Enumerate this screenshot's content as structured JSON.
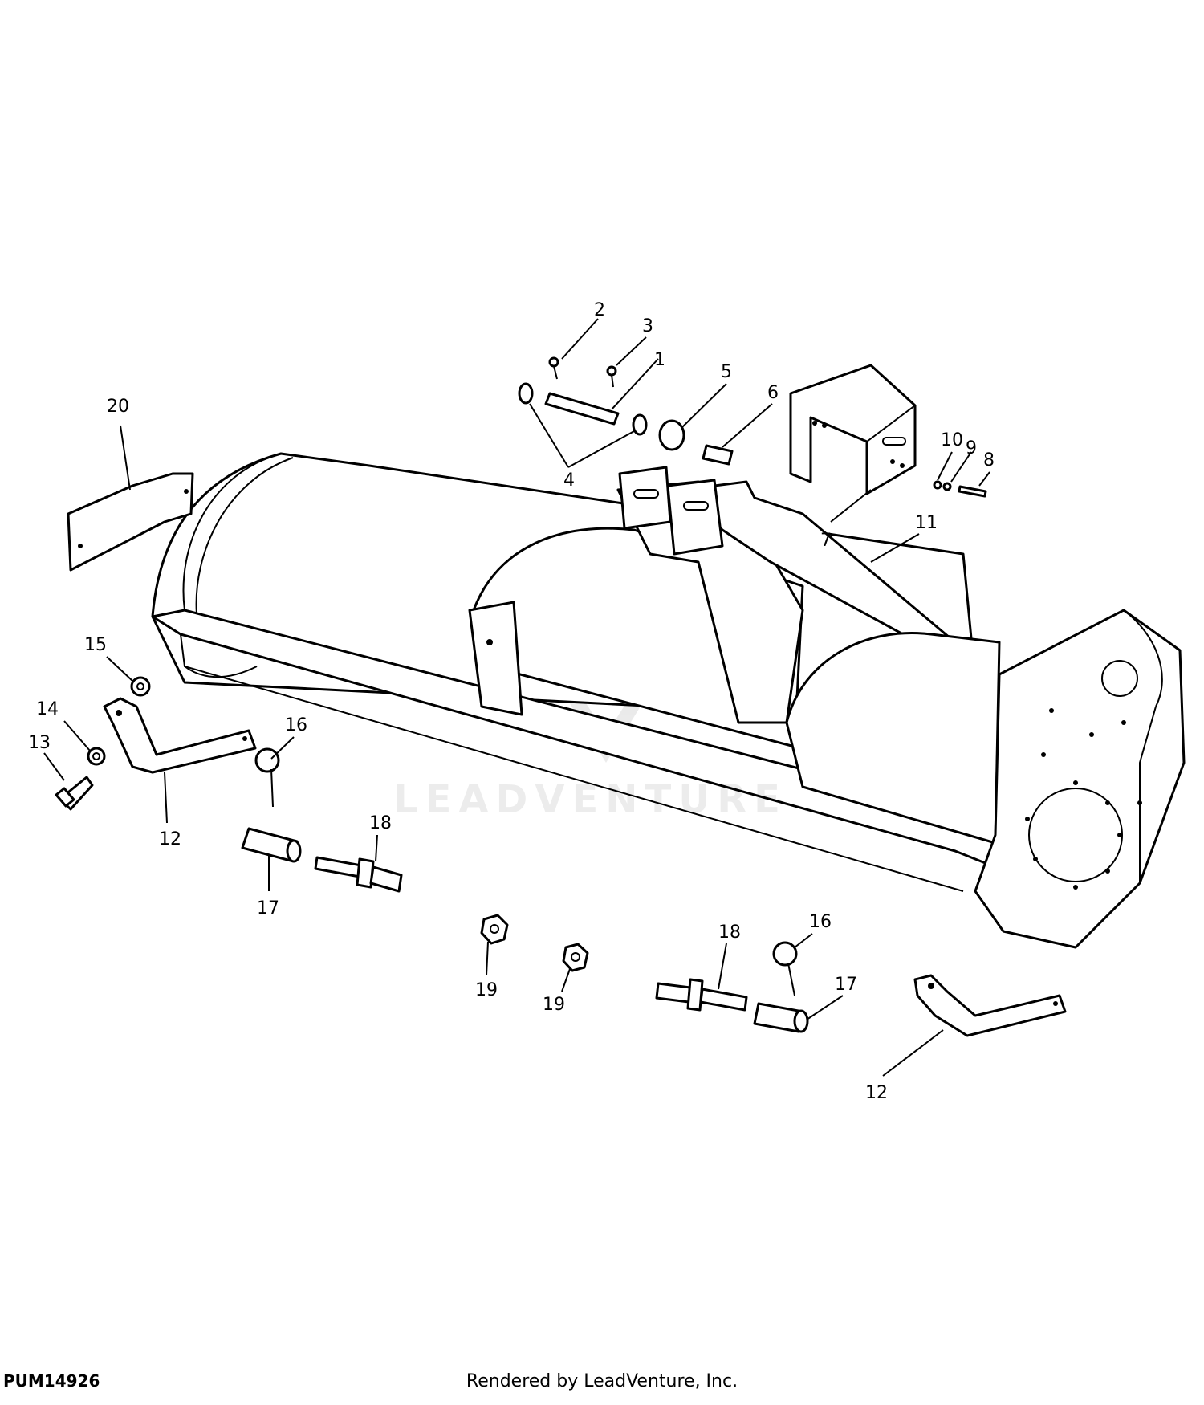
{
  "figure_code": "PUM14926",
  "render_credit": "Rendered by LeadVenture, Inc.",
  "watermark": {
    "text": "LEADVENTURE",
    "icon": "leadventure-flame-logo"
  },
  "callouts": [
    "1",
    "2",
    "3",
    "4",
    "5",
    "6",
    "7",
    "8",
    "9",
    "10",
    "11",
    "12",
    "13",
    "14",
    "15",
    "16",
    "17",
    "18",
    "19",
    "20"
  ]
}
